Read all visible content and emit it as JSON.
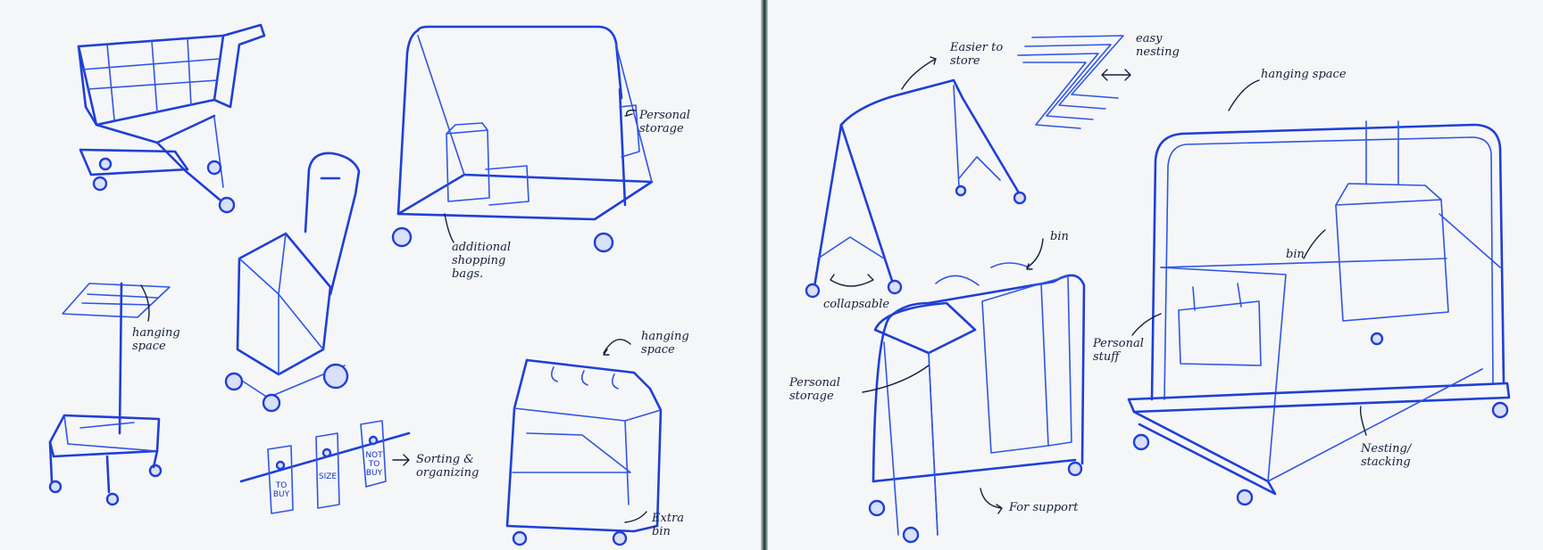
{
  "annotations": {
    "personal_storage_top": "Personal\nstorage",
    "additional_bags": "additional\nshopping\nbags.",
    "hanging_space_left": "hanging\nspace",
    "hanging_space_mid": "hanging\nspace",
    "sorting": "Sorting &\norganizing",
    "extra_bin": "Extra\nbin",
    "easier_to_store": "Easier to\nstore",
    "easy_nesting": "easy\nnesting",
    "collapsable": "collapsable",
    "bin_top": "bin",
    "personal_storage_right": "Personal\nstorage",
    "for_support": "For support",
    "hanging_space_right": "hanging space",
    "bin_right": "bin",
    "personal_stuff": "Personal\nstuff",
    "nesting_stacking": "Nesting/\nstacking"
  },
  "tags": {
    "to_buy": "TO\nBUY",
    "size": "SIZE",
    "not_buy": "NOT\nTO\nBUY"
  },
  "colors": {
    "ink": "#1f3fd6",
    "paper": "#f5f6f8",
    "spine": "#1d3a30"
  }
}
